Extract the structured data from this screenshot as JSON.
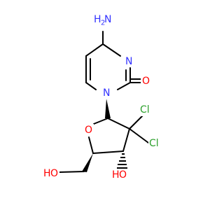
{
  "molecule": {
    "atoms": {
      "amine_n": "N",
      "amine_h": "H",
      "amine_h_count": "2",
      "ring_n3": "N",
      "ring_n1": "N",
      "carbonyl_o": "O",
      "ring_o": "O",
      "cl_a": "Cl",
      "cl_b": "Cl",
      "oh3_h": "H",
      "oh3_o": "O",
      "oh5_h": "H",
      "oh5_o": "O"
    },
    "colors": {
      "bond": "#000000",
      "nitrogen": "#3333ff",
      "oxygen": "#ff0000",
      "chlorine": "#2ca02c"
    }
  }
}
